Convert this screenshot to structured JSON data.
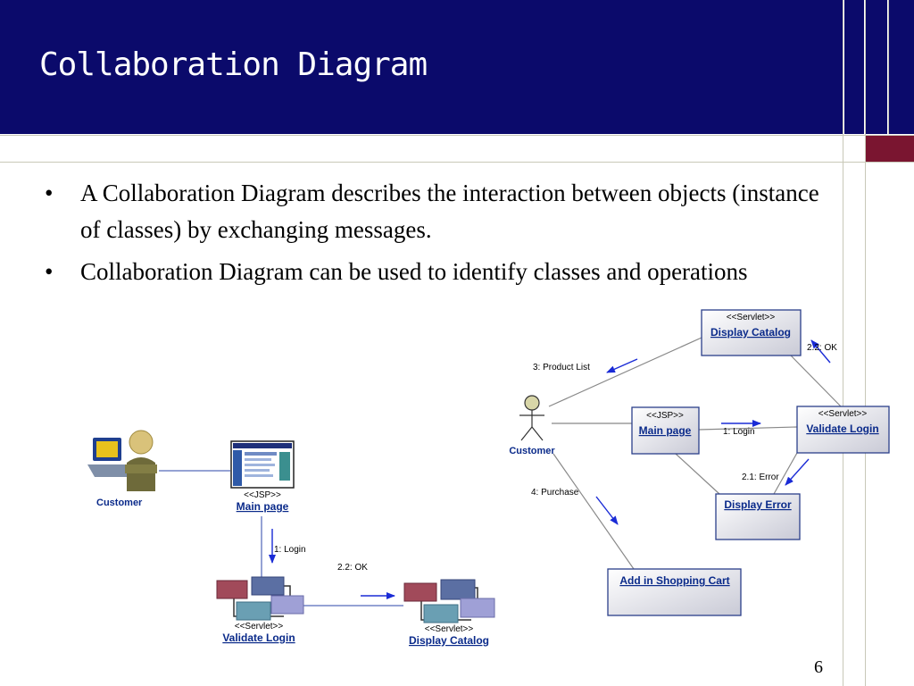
{
  "slide": {
    "title": "Collaboration Diagram",
    "bullets": [
      "A Collaboration Diagram describes the interaction between objects (instance of classes) by exchanging messages.",
      "Collaboration Diagram can be used to identify classes and operations"
    ],
    "page_number": "6",
    "colors": {
      "header": "#0b0a6b",
      "accent": "#7a1530",
      "link": "#0a2a8a"
    }
  },
  "left_diagram": {
    "customer_label": "Customer",
    "main_page": {
      "stereotype": "<<JSP>>",
      "name": "Main page"
    },
    "validate_login": {
      "stereotype": "<<Servlet>>",
      "name": "Validate Login"
    },
    "display_catalog": {
      "stereotype": "<<Servlet>>",
      "name": "Display Catalog"
    },
    "messages": {
      "login": "1: Login",
      "ok": "2.2: OK"
    }
  },
  "right_diagram": {
    "customer_label": "Customer",
    "display_catalog": {
      "stereotype": "<<Servlet>>",
      "name": "Display Catalog"
    },
    "main_page": {
      "stereotype": "<<JSP>>",
      "name": "Main page"
    },
    "validate_login": {
      "stereotype": "<<Servlet>>",
      "name": "Validate Login"
    },
    "display_error": {
      "name": "Display Error"
    },
    "add_cart": {
      "name": "Add in Shopping Cart"
    },
    "messages": {
      "product_list": "3: Product List",
      "ok": "2.2: OK",
      "login": "1: Login",
      "error": "2.1: Error",
      "purchase": "4: Purchase"
    }
  }
}
